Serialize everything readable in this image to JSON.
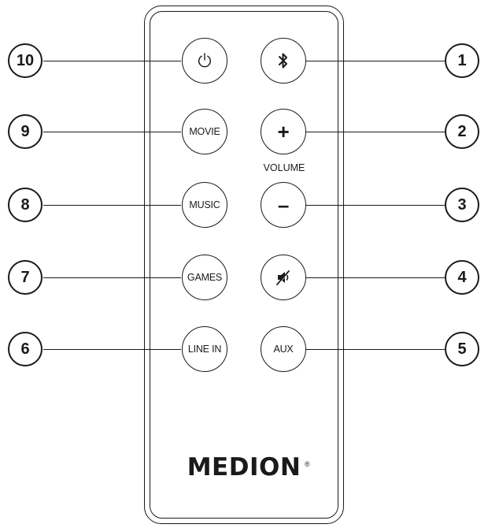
{
  "brand": {
    "logo": "MEDION",
    "registered": "®"
  },
  "buttons": {
    "power": {
      "icon": "power-icon"
    },
    "bluetooth": {
      "icon": "bluetooth-icon"
    },
    "movie": {
      "label": "MOVIE"
    },
    "vol_up": {
      "label": "+"
    },
    "volume_label": "VOLUME",
    "music": {
      "label": "MUSIC"
    },
    "vol_down": {
      "label": "–"
    },
    "games": {
      "label": "GAMES"
    },
    "mute": {
      "icon": "mute-icon"
    },
    "line_in": {
      "label": "LINE IN"
    },
    "aux": {
      "label": "AUX"
    }
  },
  "callouts": {
    "c1": "1",
    "c2": "2",
    "c3": "3",
    "c4": "4",
    "c5": "5",
    "c6": "6",
    "c7": "7",
    "c8": "8",
    "c9": "9",
    "c10": "10"
  }
}
